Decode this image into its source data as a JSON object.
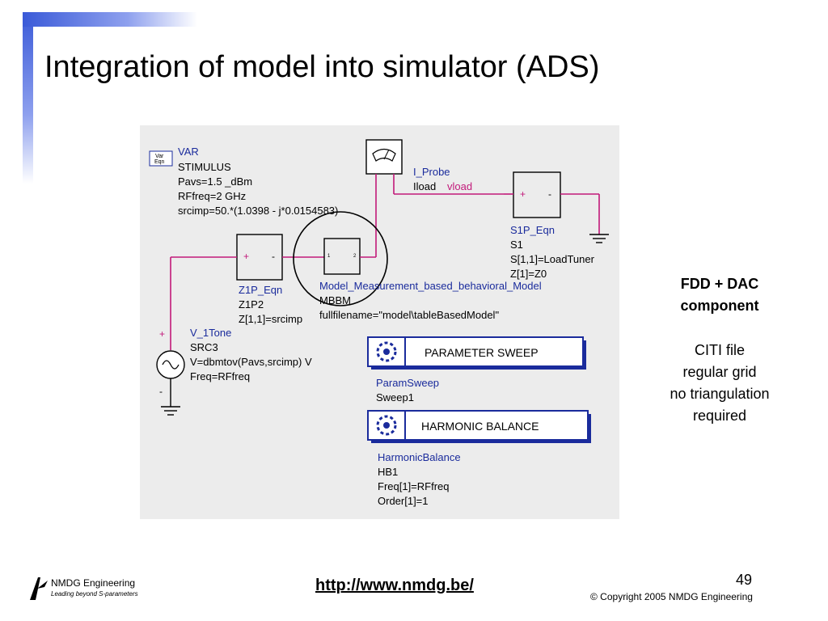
{
  "slide": {
    "title": "Integration of model into simulator (ADS)",
    "page_number": "49",
    "url": "http://www.nmdg.be/",
    "copyright": "© Copyright 2005 NMDG Engineering"
  },
  "logo": {
    "company": "NMDG Engineering",
    "tagline": "Leading beyond S-parameters"
  },
  "sidebar_notes": {
    "heading": [
      "FDD + DAC",
      "component"
    ],
    "lines": [
      "CITI file",
      "regular grid",
      "no triangulation",
      "required"
    ]
  },
  "schematic": {
    "var_icon": [
      "Var",
      "Eqn"
    ],
    "var_block": [
      "VAR",
      "STIMULUS",
      "Pavs=1.5 _dBm",
      "RFfreq=2 GHz",
      "srcimp=50.*(1.0398 - j*0.0154583)"
    ],
    "probe": [
      "I_Probe",
      "Iload"
    ],
    "net_label": "vload",
    "s1p": [
      "S1P_Eqn",
      "S1",
      "S[1,1]=LoadTuner",
      "Z[1]=Z0"
    ],
    "z1p": [
      "Z1P_Eqn",
      "Z1P2",
      "Z[1,1]=srcimp"
    ],
    "model": [
      "Model_Measurement_based_behavioral_Model",
      "MBBM",
      "fullfilename=\"model\\tableBasedModel\""
    ],
    "source": [
      "V_1Tone",
      "SRC3",
      "V=dbmtov(Pavs,srcimp) V",
      "Freq=RFfreq"
    ],
    "param_sweep": {
      "button": "PARAMETER SWEEP",
      "lines": [
        "ParamSweep",
        "Sweep1"
      ]
    },
    "harmonic_balance": {
      "button": "HARMONIC BALANCE",
      "lines": [
        "HarmonicBalance",
        "HB1",
        "Freq[1]=RFfreq",
        "Order[1]=1"
      ]
    },
    "pin_labels": {
      "plus": "+",
      "minus": "-"
    },
    "model_pins": [
      "1",
      "2"
    ]
  }
}
